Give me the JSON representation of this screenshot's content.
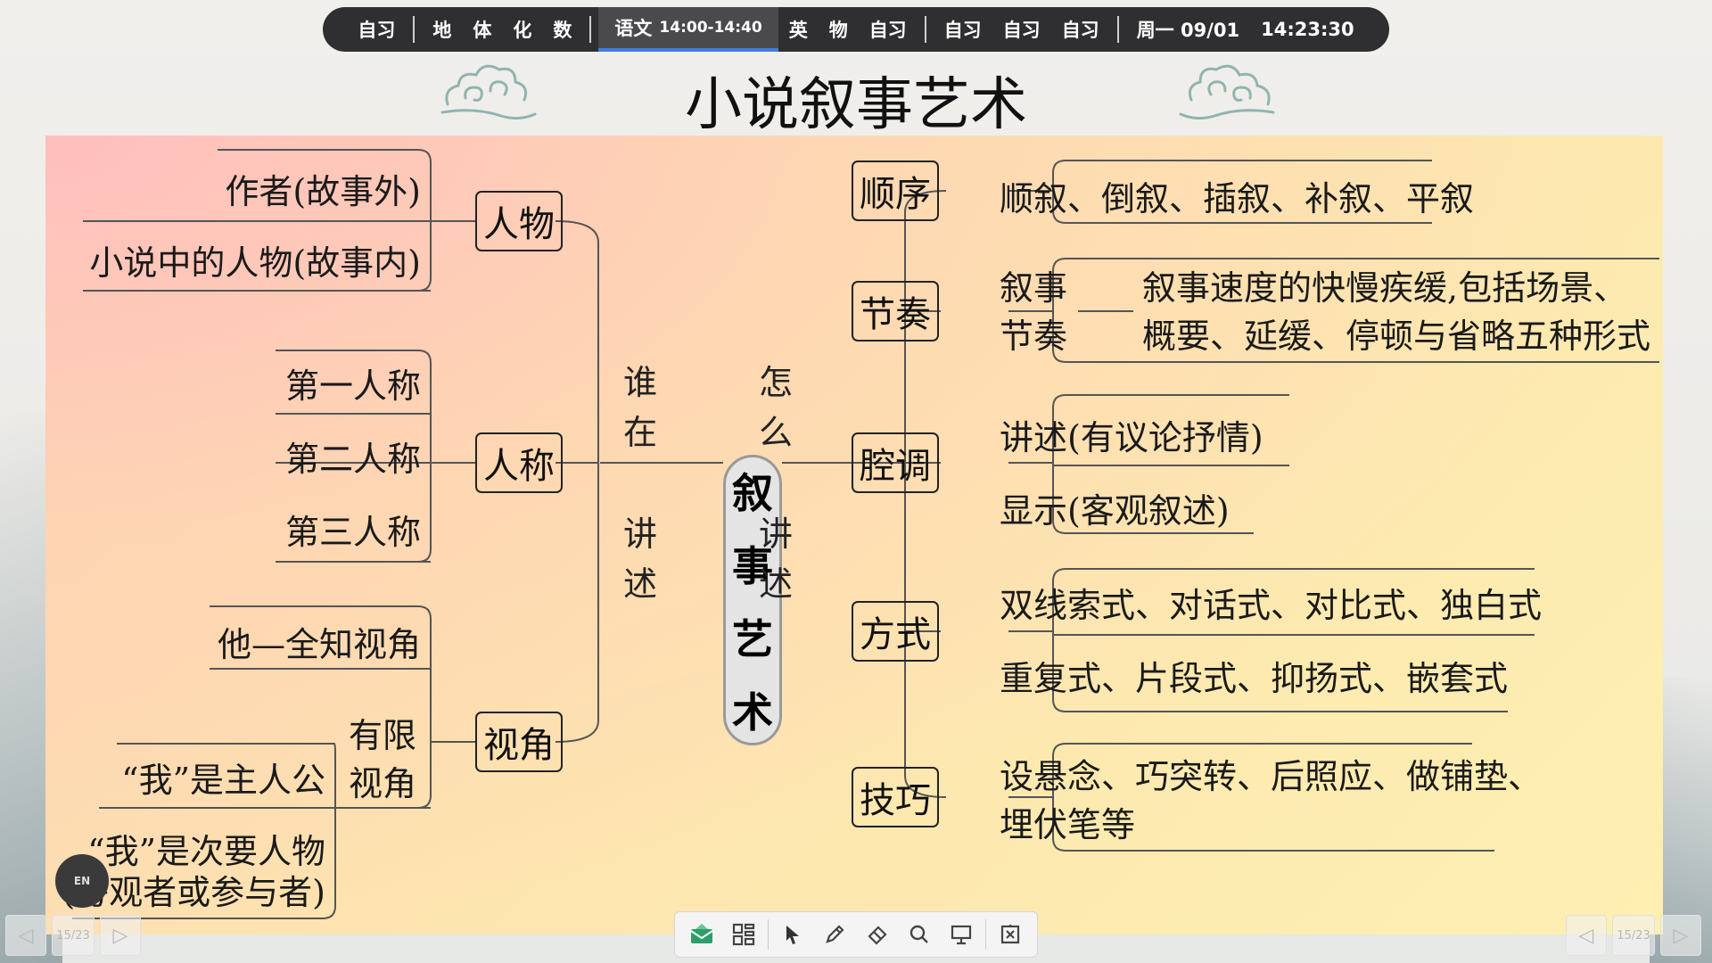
{
  "schedule_bar": {
    "group1": [
      "自习"
    ],
    "group2": [
      "地",
      "体",
      "化",
      "数"
    ],
    "current": {
      "subject": "语文",
      "time": "14:00-14:40"
    },
    "group3": [
      "英",
      "物",
      "自习"
    ],
    "group4": [
      "自习",
      "自习",
      "自习"
    ],
    "clock": {
      "day_date": "周一 09/01",
      "time": "14:23:30"
    }
  },
  "slide": {
    "title": "小说叙事艺术"
  },
  "mindmap": {
    "center": [
      "叙",
      "事",
      "艺",
      "术"
    ],
    "left_connector": [
      "谁",
      "在",
      "讲",
      "述"
    ],
    "right_connector": [
      "怎",
      "么",
      "讲",
      "述"
    ],
    "left_nodes": {
      "renwu": {
        "label": "人物",
        "items": [
          "作者(故事外)",
          "小说中的人物(故事内)"
        ]
      },
      "rencheng": {
        "label": "人称",
        "items": [
          "第一人称",
          "第二人称",
          "第三人称"
        ]
      },
      "shijiao": {
        "label": "视角",
        "omniscient": "他—全知视角",
        "limited": "有限视角",
        "limited_line1": "有限",
        "limited_line2": "视角",
        "first_person_main": "“我”是主人公",
        "first_person_minor_1": "“我”是次要人物",
        "first_person_minor_2": "(旁观者或参与者)"
      }
    },
    "right_nodes": {
      "shunxu": {
        "label": "顺序",
        "items": [
          "顺叙、倒叙、插叙、补叙、平叙"
        ]
      },
      "jiezou": {
        "label": "节奏",
        "term_line1": "叙事",
        "term_line2": "节奏",
        "desc_line1": "叙事速度的快慢疾缓,包括场景、",
        "desc_line2": "概要、延缓、停顿与省略五种形式"
      },
      "qiangdiao": {
        "label": "腔调",
        "items": [
          "讲述(有议论抒情)",
          "显示(客观叙述)"
        ]
      },
      "fangshi": {
        "label": "方式",
        "items": [
          "双线索式、对话式、对比式、独白式",
          "重复式、片段式、抑扬式、嵌套式"
        ]
      },
      "jiqiao": {
        "label": "技巧",
        "line1": "设悬念、巧突转、后照应、做铺垫、",
        "line2": "埋伏笔等"
      }
    }
  },
  "bottom_toolbar": {
    "icons": [
      "message-icon",
      "apps-grid-icon",
      "pointer-icon",
      "pen-icon",
      "eraser-icon",
      "search-icon",
      "screen-icon",
      "close-presentation-icon"
    ]
  },
  "pager": {
    "page": "15/23"
  },
  "ime": {
    "label": "EN"
  },
  "colors": {
    "bar_bg": "#2f2f31",
    "board_top_left": "#fdcfc7",
    "board_bottom_right": "#fdf0b1",
    "accent_underline": "#3d7de0"
  }
}
